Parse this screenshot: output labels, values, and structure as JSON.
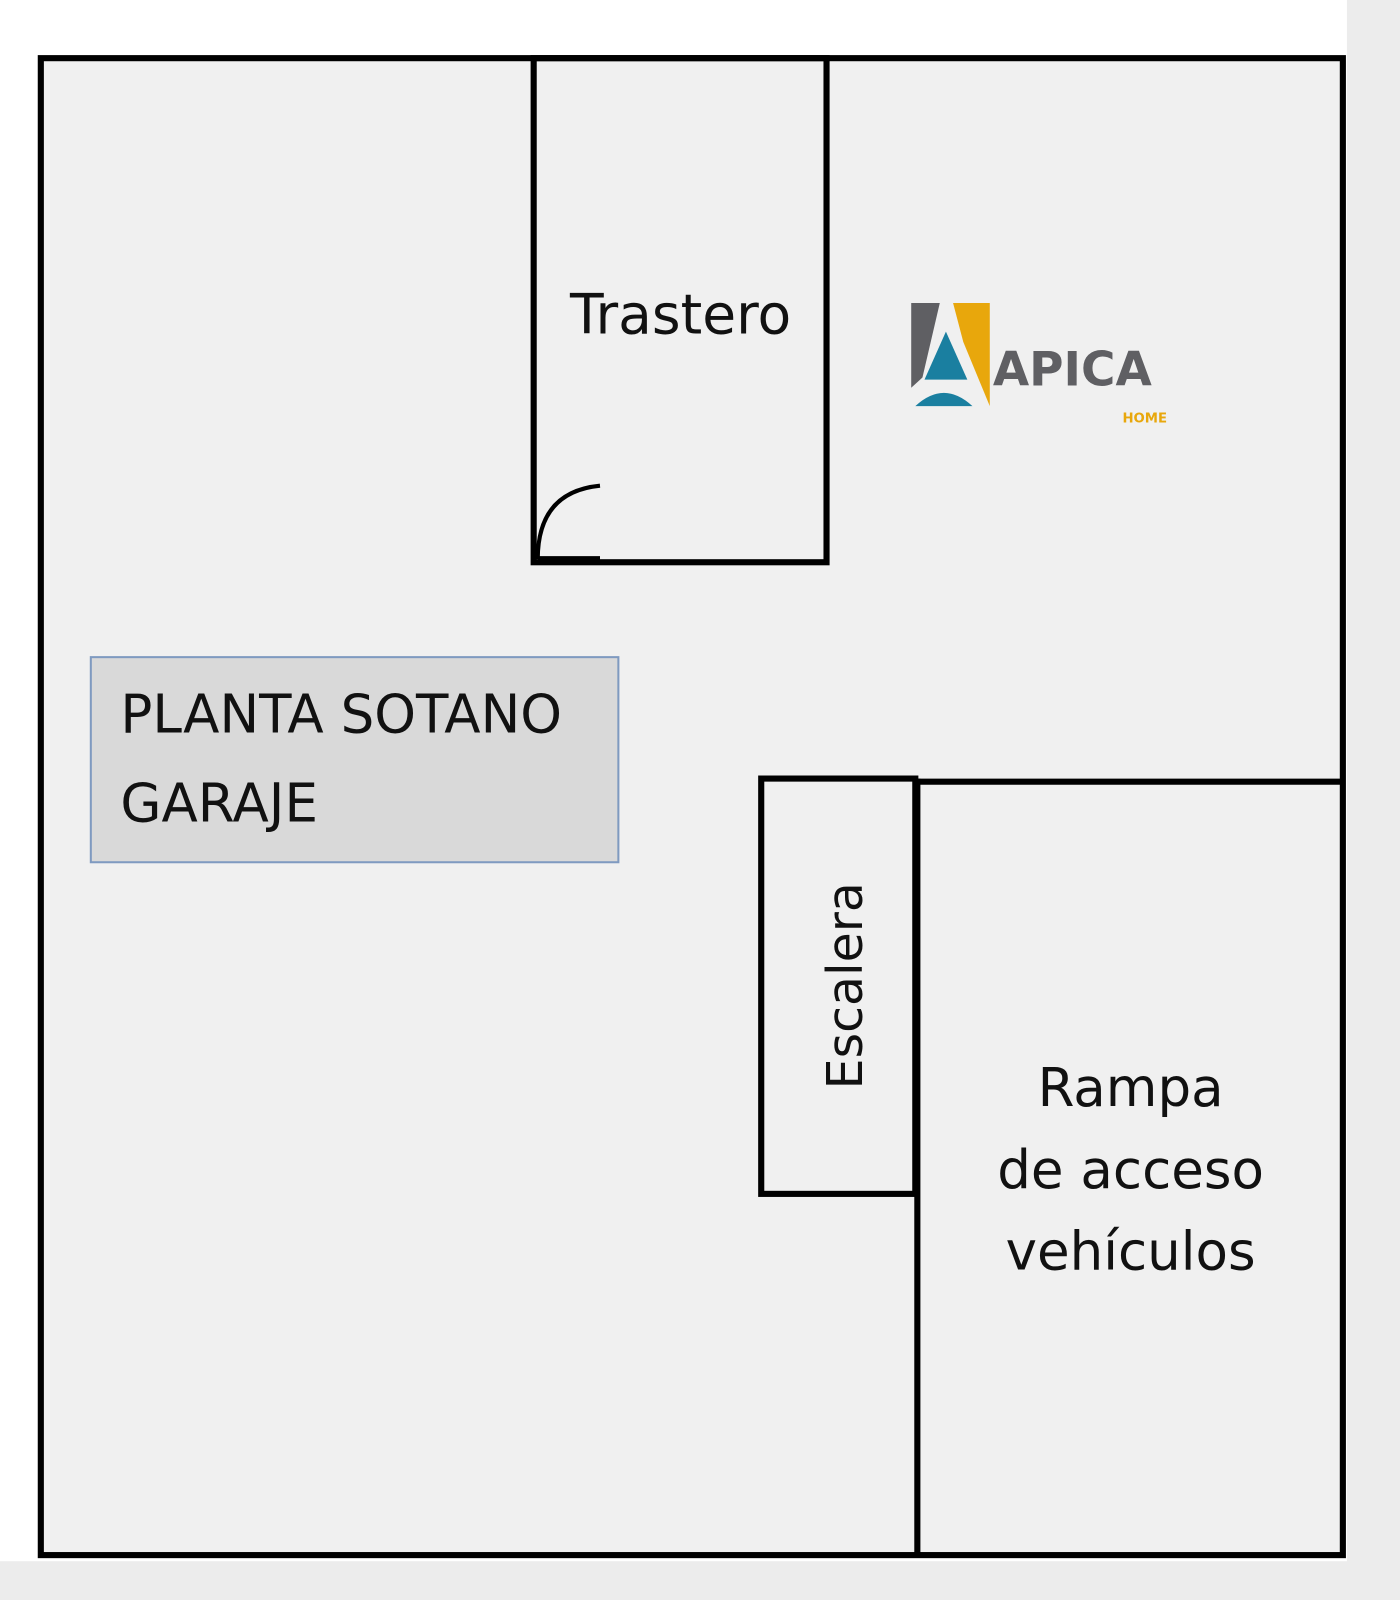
{
  "rooms": {
    "storage": "Trastero",
    "stairs": "Escalera",
    "ramp_lines": [
      "Rampa",
      "de acceso",
      "vehículos"
    ]
  },
  "title_box": {
    "line1": "PLANTA SOTANO",
    "line2": "GARAJE"
  },
  "logo": {
    "name": "APICA",
    "sub": "HOME",
    "colors": {
      "gray": "#5f5f63",
      "yellow": "#e8a70c",
      "blue": "#1a7fa0"
    }
  },
  "colors": {
    "wall": "#000000",
    "floor": "#f0f0f0",
    "label_bg": "#d9d9d9",
    "label_border": "#7f9ac0"
  }
}
